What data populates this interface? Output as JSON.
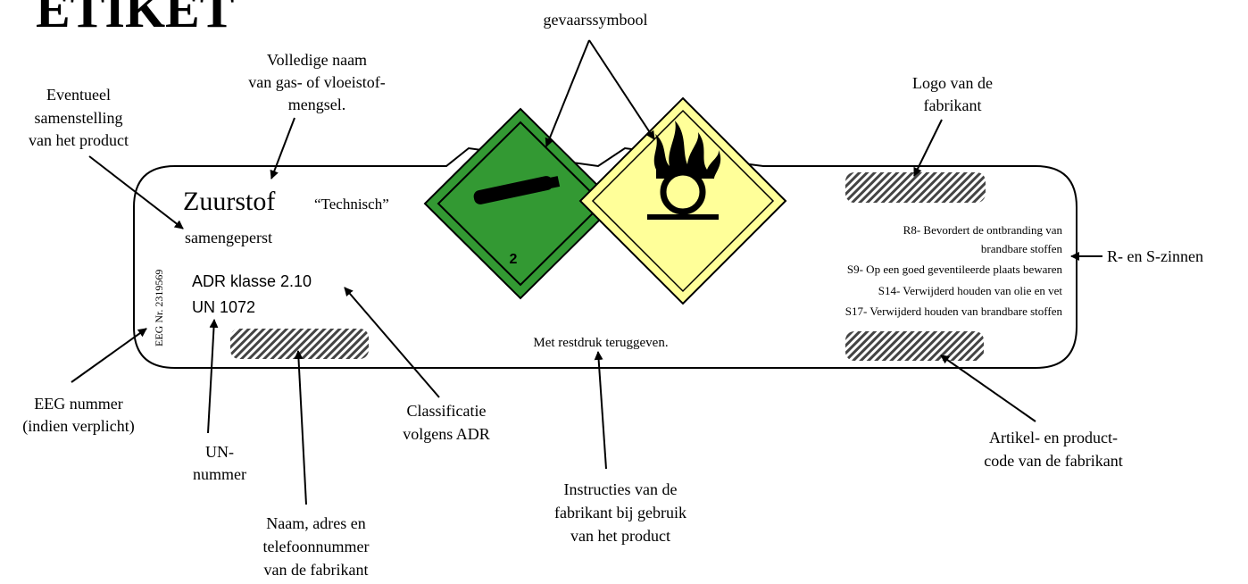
{
  "title": "ETIKET",
  "label": {
    "product_name": "Zuurstof",
    "product_grade": "“Technisch”",
    "product_state": "samengeperst",
    "adr_class": "ADR klasse 2.10",
    "un_number": "UN 1072",
    "eeg_number": "EEG Nr. 2319569",
    "return_instruction": "Met restdruk teruggeven.",
    "hazard_class_number": "2",
    "phrases": [
      "R8- Bevordert de ontbranding van",
      "brandbare stoffen",
      "S9- Op een goed geventileerde plaats bewaren",
      "S14- Verwijderd houden van olie en vet",
      "S17- Verwijderd houden van brandbare stoffen"
    ]
  },
  "callouts": {
    "hazard_symbol": "gevaarssymbool",
    "full_name": [
      "Volledige naam",
      "van gas- of vloeistof-",
      "mengsel."
    ],
    "composition": [
      "Eventueel",
      "samenstelling",
      "van het product"
    ],
    "manufacturer_logo": [
      "Logo van de",
      "fabrikant"
    ],
    "r_s_phrases": "R- en S-zinnen",
    "eeg": [
      "EEG nummer",
      "(indien verplicht)"
    ],
    "un": [
      "UN-",
      "nummer"
    ],
    "classification": [
      "Classificatie",
      "volgens ADR"
    ],
    "manufacturer_contact": [
      "Naam, adres en",
      "telefoonnummer",
      "van de fabrikant"
    ],
    "instructions": [
      "Instructies van de",
      "fabrikant bij gebruik",
      "van het product"
    ],
    "article_code": [
      "Artikel- en product-",
      "code van de fabrikant"
    ]
  },
  "colors": {
    "green_diamond": "#339933",
    "yellow_diamond": "#ffff99",
    "ink": "#000000"
  },
  "icons": [
    "gas-cylinder-icon",
    "flame-over-circle-icon"
  ]
}
